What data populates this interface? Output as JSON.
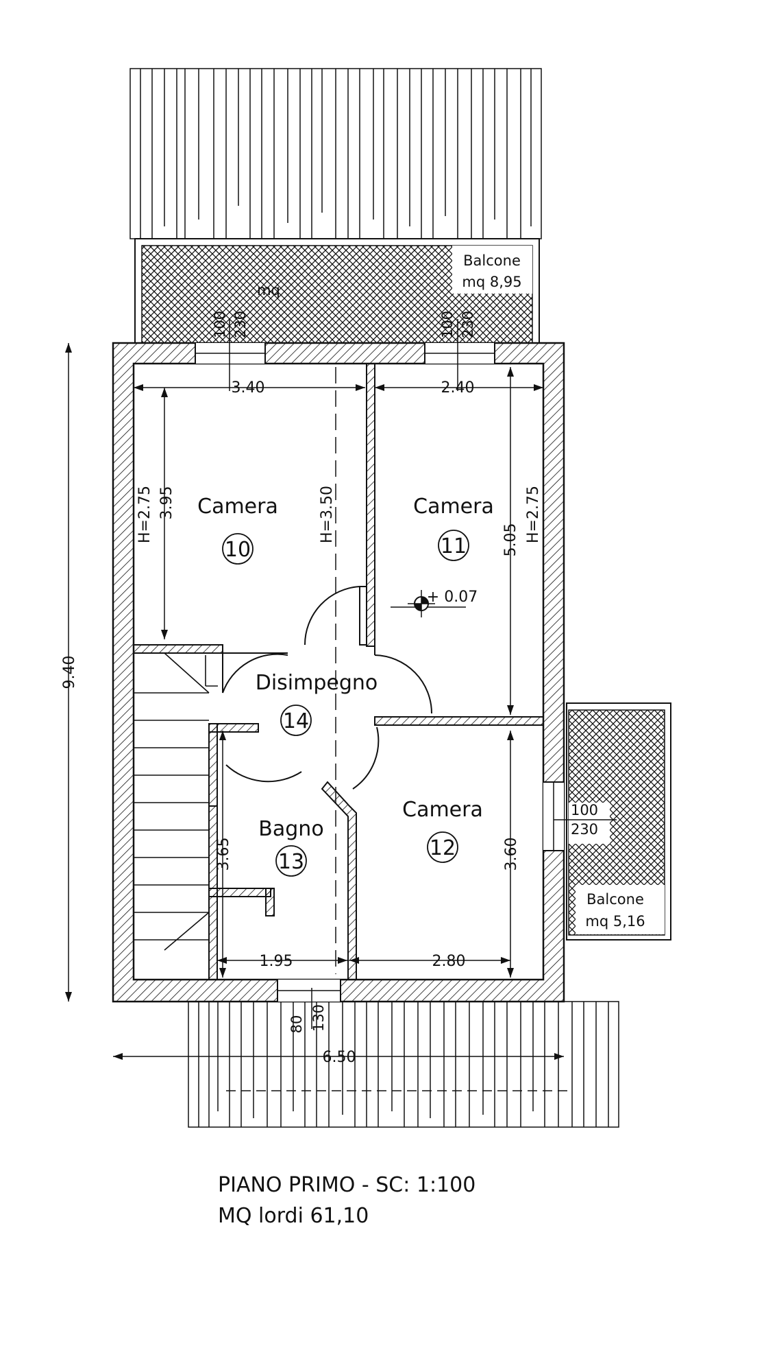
{
  "title": "PIANO PRIMO - SC: 1:100",
  "subtitle": "MQ lordi 61,10",
  "rooms": [
    {
      "name": "Camera",
      "number": "10"
    },
    {
      "name": "Camera",
      "number": "11"
    },
    {
      "name": "Camera",
      "number": "12"
    },
    {
      "name": "Bagno",
      "number": "13"
    },
    {
      "name": "Disimpegno",
      "number": "14"
    }
  ],
  "balconies": [
    {
      "label": "Balcone",
      "area": "mq 8,95",
      "extra": "mq"
    },
    {
      "label": "Balcone",
      "area": "mq 5,16"
    }
  ],
  "dimensions": {
    "width_10": "3.40",
    "width_11": "2.40",
    "height_10": "3.95",
    "h_10": "H=2.75",
    "h_corridor": "H=3.50",
    "depth_11": "5.05",
    "h_11": "H=2.75",
    "depth_12": "3.60",
    "depth_13": "3.65",
    "width_13": "1.95",
    "width_12": "2.80",
    "total_height": "9.40",
    "total_width": "6.50",
    "level": "+ 0.07"
  },
  "window_labels": {
    "w1_a": "100",
    "w1_b": "230",
    "w2_a": "100",
    "w2_b": "230",
    "w3_a": "100",
    "w3_b": "230",
    "door_a": "80",
    "door_b": "130"
  },
  "colors": {
    "line": "#111111",
    "background": "#ffffff"
  }
}
